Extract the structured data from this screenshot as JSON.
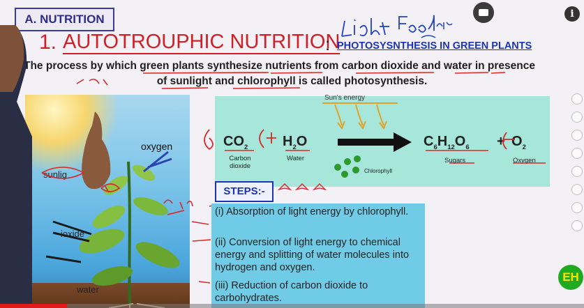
{
  "badge": "A. NUTRITION",
  "title": {
    "number": "1.",
    "text": "AUTOTROUPHIC NUTRITION",
    "colon": ":",
    "subtitle": "PHOTOSYSNTHESIS IN  GREEN PLANTS"
  },
  "intro": {
    "line1": "The process by which green plants synthesize nutrients from carbon dioxide and water in presence",
    "line2": "of sunlight and chlorophyll is called photosynthesis."
  },
  "illustration": {
    "oxygen": "oxygen",
    "sunlight": "sunlig",
    "dioxide": "ioxide",
    "water": "water"
  },
  "equation": {
    "sun_energy": "Sun's energy",
    "co2": "CO",
    "co2_sub": "2",
    "h2o_h": "H",
    "h2o_sub": "2",
    "h2o_o": "O",
    "glucose_c": "C",
    "glucose_c_sub": "6",
    "glucose_h": "H",
    "glucose_h_sub": "12",
    "glucose_o": "O",
    "glucose_o_sub": "6",
    "plus": "+",
    "o2": "O",
    "o2_sub": "2",
    "carbon_caption": "Carbon dioxide",
    "water_caption": "Water",
    "sugars_caption": "Sugars",
    "oxygen_caption": "Oxygen",
    "chlorophyll_caption": "Chlorophyll"
  },
  "steps": {
    "label": "STEPS:-",
    "items": [
      "(i) Absorption of light energy by chlorophyll.",
      "(ii) Conversion of light energy to chemical energy and splitting of water molecules into hydrogen and oxygen.",
      "(iii) Reduction of carbon dioxide to carbohydrates."
    ]
  },
  "icons": {
    "info": "i",
    "logo": "EH"
  },
  "player": {
    "progress": 0.115
  },
  "colors": {
    "title_red": "#cf2028",
    "link_blue": "#1c33b5",
    "eq_panel": "#a7e6da",
    "steps_panel": "#6fcbe6",
    "progress": "#e11a1a",
    "logo_green": "#1eab21"
  }
}
